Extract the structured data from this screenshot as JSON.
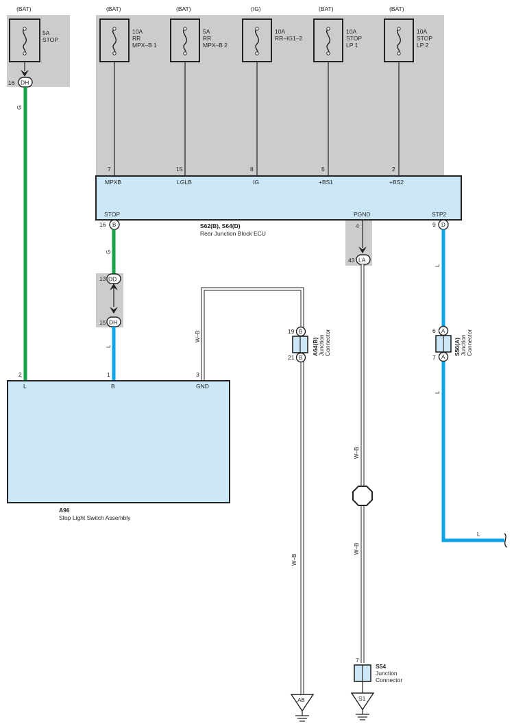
{
  "colors": {
    "wire_green": "#16a34a",
    "wire_blue": "#0ea5e9",
    "ecu_fill": "#cce8f8",
    "shade": "#cccccc",
    "wire_white": "#ffffff",
    "stroke": "#222222"
  },
  "fuses": {
    "f1": {
      "power": "(BAT)",
      "amps": "5A",
      "line1": "STOP",
      "line2": "",
      "line3": ""
    },
    "f2": {
      "power": "(BAT)",
      "amps": "10A",
      "line1": "RR",
      "line2": "MPX–B 1",
      "line3": ""
    },
    "f3": {
      "power": "(BAT)",
      "amps": "5A",
      "line1": "RR",
      "line2": "MPX–B 2",
      "line3": ""
    },
    "f4": {
      "power": "(IG)",
      "amps": "10A",
      "line1": "RR–IG1–2",
      "line2": "",
      "line3": ""
    },
    "f5": {
      "power": "(BAT)",
      "amps": "10A",
      "line1": "STOP",
      "line2": "LP 1",
      "line3": ""
    },
    "f6": {
      "power": "(BAT)",
      "amps": "10A",
      "line1": "STOP",
      "line2": "LP 2",
      "line3": ""
    }
  },
  "ecu": {
    "code": "S62(B), S64(D)",
    "name": "Rear Junction Block ECU",
    "top_pins": [
      {
        "num": "7",
        "label": "MPXB"
      },
      {
        "num": "15",
        "label": "LGLB"
      },
      {
        "num": "8",
        "label": "IG"
      },
      {
        "num": "6",
        "label": "+BS1"
      },
      {
        "num": "2",
        "label": "+BS2"
      }
    ],
    "bottom_pins": [
      {
        "num": "16",
        "conn": "B",
        "label": "STOP"
      },
      {
        "num": "4",
        "conn": "",
        "label": "PGND"
      },
      {
        "num": "9",
        "conn": "D",
        "label": "STP2"
      }
    ]
  },
  "connectors": {
    "dh_top": {
      "num": "16",
      "id": "DH"
    },
    "dd": {
      "num": "13",
      "id": "DD"
    },
    "dh_mid": {
      "num": "15",
      "id": "DH"
    },
    "la": {
      "num": "43",
      "id": "LA"
    },
    "a64_top": {
      "num": "19",
      "id": "B"
    },
    "a64_bot": {
      "num": "21",
      "id": "B"
    },
    "a64_code": "A64(B)",
    "a64_line1": "Junction",
    "a64_line2": "Connector",
    "s56_top": {
      "num": "6",
      "id": "A"
    },
    "s56_bot": {
      "num": "7",
      "id": "A"
    },
    "s56_code": "S56(A)",
    "s56_line1": "Junction",
    "s56_line2": "Connector",
    "s54_pin": "7",
    "s54_code": "S54",
    "s54_line1": "Junction",
    "s54_line2": "Connector"
  },
  "switch": {
    "code": "A96",
    "name": "Stop Light Switch Assembly",
    "pins": [
      {
        "num": "2",
        "label": "L"
      },
      {
        "num": "1",
        "label": "B"
      },
      {
        "num": "3",
        "label": "GND"
      }
    ]
  },
  "wire_labels": {
    "g1": "G",
    "g2": "G",
    "l1": "L",
    "wb1": "W–B",
    "wb2": "W–B",
    "wb3": "W–B",
    "wb4": "W–B",
    "l2": "L",
    "l3": "L",
    "l4": "L"
  },
  "grounds": {
    "a8": "A8",
    "s1": "S1"
  }
}
